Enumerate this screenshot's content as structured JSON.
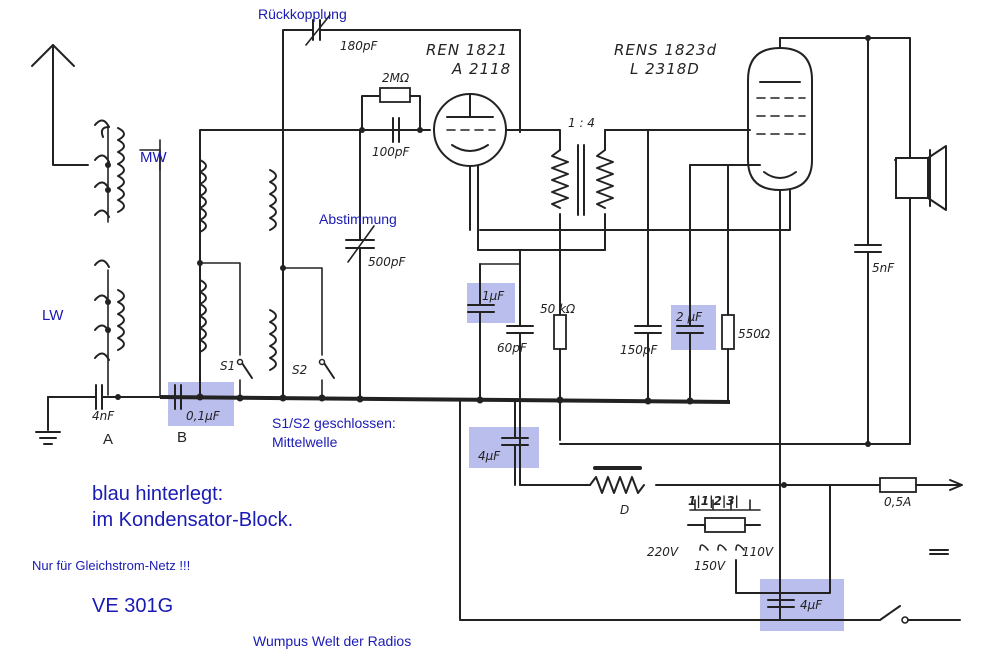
{
  "labels": {
    "feedback": "Rückkopplung",
    "mw": "MW",
    "lw": "LW",
    "tuning": "Abstimmung",
    "switch_note_1": "S1/S2 geschlossen:",
    "switch_note_2": "Mittelwelle",
    "note_blue_1": "blau hinterlegt:",
    "note_blue_2": "im Kondensator-Block.",
    "note_dc": "Nur für Gleichstrom-Netz !!!",
    "model": "VE 301G",
    "credit": "Wumpus Welt der Radios"
  },
  "tubes": {
    "tube1_name": "REN 1821",
    "tube1_alt": "A 2118",
    "tube2_name": "RENS 1823d",
    "tube2_alt": "L 2318D"
  },
  "components": {
    "c_feedback": "180pF",
    "r_grid": "2MΩ",
    "c_grid": "100pF",
    "c_tune": "500pF",
    "c_antenna": "4nF",
    "c_block_b": "0,1μF",
    "c_1uf": "1μF",
    "c_60pf": "60pF",
    "r_50k": "50 kΩ",
    "c_150pf": "150pF",
    "c_2uf": "2 μF",
    "r_550": "550Ω",
    "c_5nf": "5nF",
    "c_4uf_a": "4μF",
    "c_4uf_b": "4μF",
    "transformer_ratio": "1 : 4",
    "choke": "D",
    "fuse": "0,5A",
    "tap_label": "1|1|2|3|",
    "v220": "220V",
    "v150": "150V",
    "v110": "110V",
    "switch_s1": "S1",
    "switch_s2": "S2",
    "point_a": "A",
    "point_b": "B"
  },
  "colors": {
    "wire": "#222222",
    "highlight": "#b3b7ea",
    "annotation": "#1a1ab4"
  }
}
